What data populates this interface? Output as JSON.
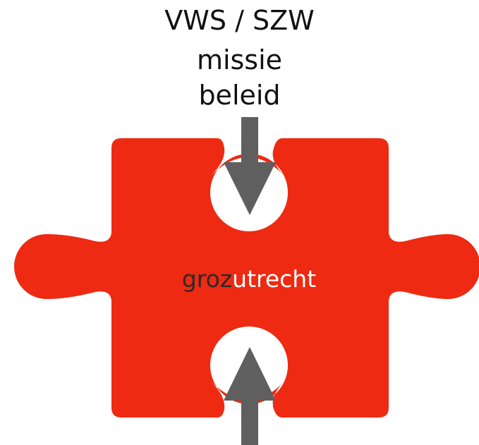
{
  "top_text": {
    "line1": "VWS / SZW",
    "line2": "missie",
    "line3": "beleid"
  },
  "center_label": {
    "part_dark": "groz",
    "part_light": "utrecht"
  },
  "colors": {
    "puzzle": "#ee2a12",
    "arrow": "#5f5f5f",
    "text_dark": "#111111",
    "label_dark": "#2a2a2a",
    "label_light": "#ffffff"
  }
}
